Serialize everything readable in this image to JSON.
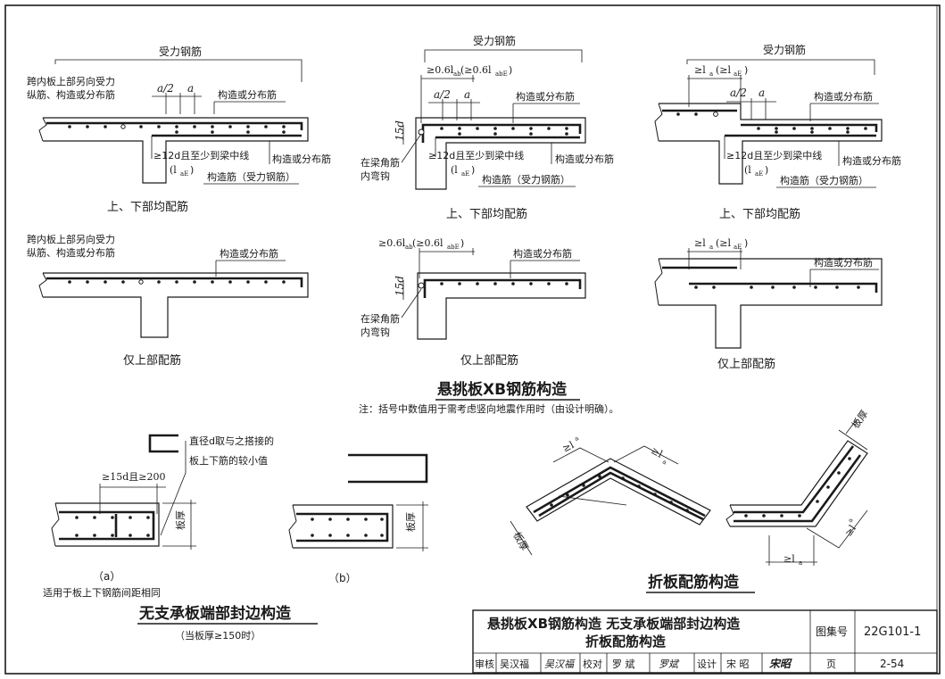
{
  "cantilever": {
    "left": {
      "top": {
        "main_bar": "受力钢筋",
        "span_bar_note": [
          "跨内板上部另向受力",
          "纵筋、构造或分布筋"
        ],
        "a_half": "a/2",
        "a": "a",
        "dist_top": "构造或分布筋",
        "dist_bottom": "构造或分布筋",
        "anchor_main": "≥12d且至少到梁中线",
        "anchor_sub": "(l",
        "anchor_sub_suffix": "aE",
        "bottom_bar": "构造筋（受力钢筋）",
        "caption": "上、下部均配筋"
      },
      "bottom": {
        "span_bar_note": [
          "跨内板上部另向受力",
          "纵筋、构造或分布筋"
        ],
        "dist_top": "构造或分布筋",
        "caption": "仅上部配筋"
      }
    },
    "middle": {
      "top": {
        "main_bar": "受力钢筋",
        "lap_len": "≥0.6l",
        "lap_len_sub": "ab",
        "lap_len_paren": "(≥0.6l",
        "lap_len_paren_sub": "abE",
        "a_half": "a/2",
        "a": "a",
        "dist_top": "构造或分布筋",
        "hook_15d": "15d",
        "corner_note": [
          "在梁角筋",
          "内弯钩"
        ],
        "anchor_main": "≥12d且至少到梁中线",
        "anchor_sub": "(l",
        "anchor_sub_suffix": "aE",
        "dist_bottom": "构造或分布筋",
        "bottom_bar": "构造筋（受力钢筋）",
        "caption": "上、下部均配筋"
      },
      "bottom": {
        "lap_len": "≥0.6l",
        "lap_len_sub": "ab",
        "lap_len_paren": "(≥0.6l",
        "lap_len_paren_sub": "abE",
        "dist_top": "构造或分布筋",
        "hook_15d": "15d",
        "corner_note": [
          "在梁角筋",
          "内弯钩"
        ],
        "caption": "仅上部配筋"
      }
    },
    "right": {
      "top": {
        "main_bar": "受力钢筋",
        "la": "≥l",
        "la_sub": "a",
        "la_paren": "(≥l",
        "la_paren_sub": "aE",
        "a_half": "a/2",
        "a": "a",
        "dist_top": "构造或分布筋",
        "anchor_main": "≥12d且至少到梁中线",
        "anchor_sub": "(l",
        "anchor_sub_suffix": "aE",
        "dist_bottom": "构造或分布筋",
        "bottom_bar": "构造筋（受力钢筋）",
        "caption": "上、下部均配筋"
      },
      "bottom": {
        "la": "≥l",
        "la_sub": "a",
        "la_paren": "(≥l",
        "la_paren_sub": "aE",
        "dist_top": "构造或分布筋",
        "caption": "仅上部配筋"
      }
    },
    "title": "悬挑板XB钢筋构造",
    "note": "注：括号中数值用于需考虑竖向地震作用时（由设计明确）。"
  },
  "edge": {
    "dia_note": [
      "直径d取与之搭接的",
      "板上下筋的较小值"
    ],
    "dim_15d": "≥15d且≥200",
    "thickness_a": "板厚",
    "thickness_b": "板厚",
    "label_a": "（a）",
    "label_b": "（b）",
    "note_a": "适用于板上下钢筋间距相同",
    "title": "无支承板端部封边构造",
    "subtitle": "（当板厚≥150时）"
  },
  "folded": {
    "la_1": "≥l",
    "la_1_sub": "a",
    "la_2": "≥l",
    "la_2_sub": "a",
    "thickness_1": "板厚",
    "thickness_2": "板厚",
    "la_3": "≥l",
    "la_3_sub": "a",
    "la_4": "≥l",
    "la_4_sub": "a",
    "title": "折板配筋构造"
  },
  "title_block": {
    "title_line1": "悬挑板XB钢筋构造   无支承板端部封边构造",
    "title_line2": "折板配筋构造",
    "atlas_label": "图集号",
    "atlas_no": "22G101-1",
    "review_label": "审核",
    "review_name": "吴汉福",
    "review_sign": "吴汉福",
    "check_label": "校对",
    "check_name": "罗 斌",
    "check_sign": "罗斌",
    "design_label": "设计",
    "design_name": "宋 昭",
    "design_sign": "宋昭",
    "page_label": "页",
    "page_no": "2-54"
  }
}
